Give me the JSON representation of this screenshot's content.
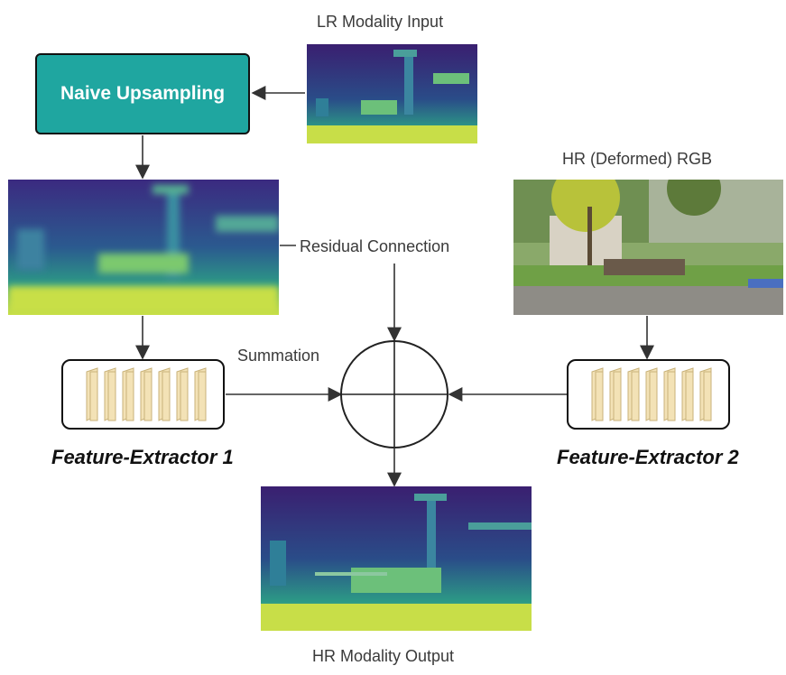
{
  "labels": {
    "lr_input": "LR Modality Input",
    "hr_rgb": "HR (Deformed) RGB",
    "residual": "Residual Connection",
    "summation": "Summation",
    "hr_output": "HR Modality Output"
  },
  "nodes": {
    "naive_upsampling": "Naive Upsampling",
    "feature_extractor_1": "Feature-Extractor 1",
    "feature_extractor_2": "Feature-Extractor 2"
  },
  "icons": {
    "feature_layers": "stacked-feature-maps-icon",
    "sum_operator": "circle-plus-icon"
  },
  "colors": {
    "upsampling_box": "#1fa6a0",
    "feature_layer_fill": "#f3e2b6",
    "feature_layer_stroke": "#c9b27a",
    "depth_dark": "#2f1b63",
    "depth_mid": "#2c8d8b",
    "depth_light": "#d9e64a"
  }
}
